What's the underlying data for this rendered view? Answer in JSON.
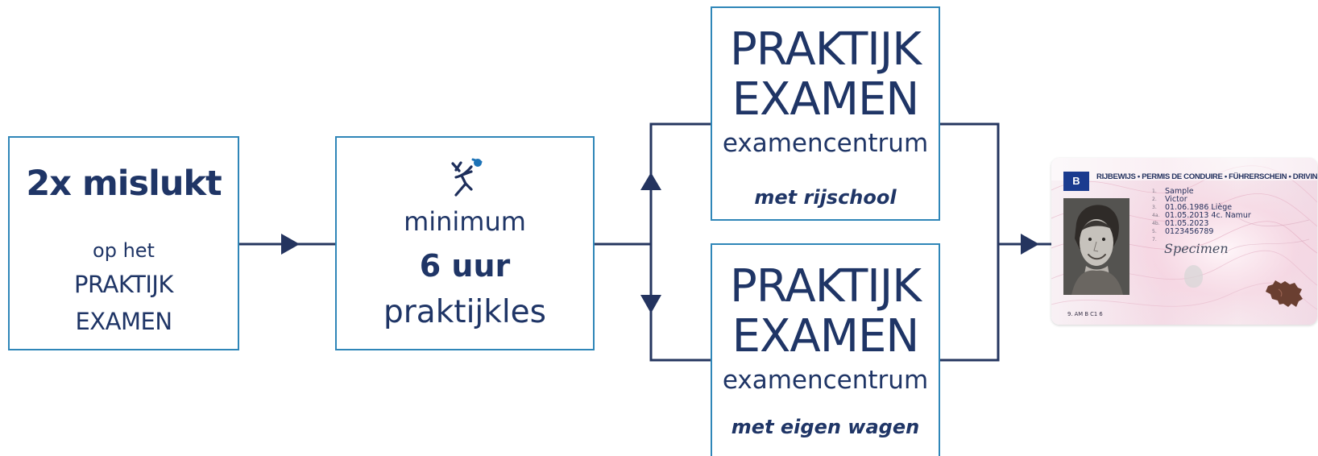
{
  "step_failed": {
    "heading": "2x mislukt",
    "text1": "op het",
    "text2": "PRAKTIJK",
    "text3": "EXAMEN"
  },
  "step_lessons": {
    "icon": "running-person-icon",
    "text1": "minimum",
    "text2": "6 uur",
    "text3": "praktijkles"
  },
  "exam_options": [
    {
      "line1": "PRAKTIJK",
      "line2": "EXAMEN",
      "line3": "examencentrum",
      "mode": "met rijschool"
    },
    {
      "line1": "PRAKTIJK",
      "line2": "EXAMEN",
      "line3": "examencentrum",
      "mode": "met eigen wagen"
    }
  ],
  "license_card": {
    "header": "RIJBEWIJS • PERMIS DE CONDUIRE • FÜHRERSCHEIN • DRIVING LICENCE",
    "country": "B",
    "fields": [
      {
        "n": "1.",
        "value": "Sample"
      },
      {
        "n": "2.",
        "value": "Victor"
      },
      {
        "n": "3.",
        "value": "01.06.1986 Liège"
      },
      {
        "n": "4a.",
        "value": "01.05.2013   4c. Namur"
      },
      {
        "n": "4b.",
        "value": "01.05.2023"
      },
      {
        "n": "5.",
        "value": "0123456789"
      },
      {
        "n": "7.",
        "value": ""
      }
    ],
    "signature": "Specimen",
    "categories": "9.  AM B C1 6"
  },
  "colors": {
    "primary_text": "#1f3566",
    "box_border": "#2f86b8",
    "connector": "#25365f"
  }
}
